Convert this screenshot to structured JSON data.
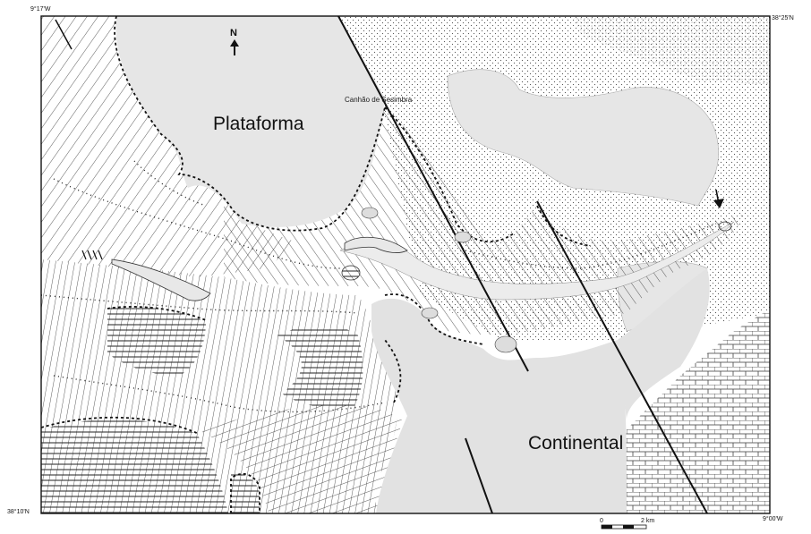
{
  "map": {
    "region_labels": {
      "platform": "Plataforma",
      "continental": "Continental"
    },
    "canyon_label": "Canhão de Sesimbra",
    "north_arrow": "N",
    "corners": {
      "top_left": "9°17'W",
      "top_right": "38°25'N",
      "bottom_left": "38°10'N",
      "bottom_right": "9°00'W"
    },
    "scale": {
      "start": "0",
      "end": "2 km"
    },
    "colors": {
      "platform_fill": "#e6e6e6",
      "continental_fill": "#e2e2e2",
      "line": "#111111",
      "background": "#ffffff"
    }
  }
}
